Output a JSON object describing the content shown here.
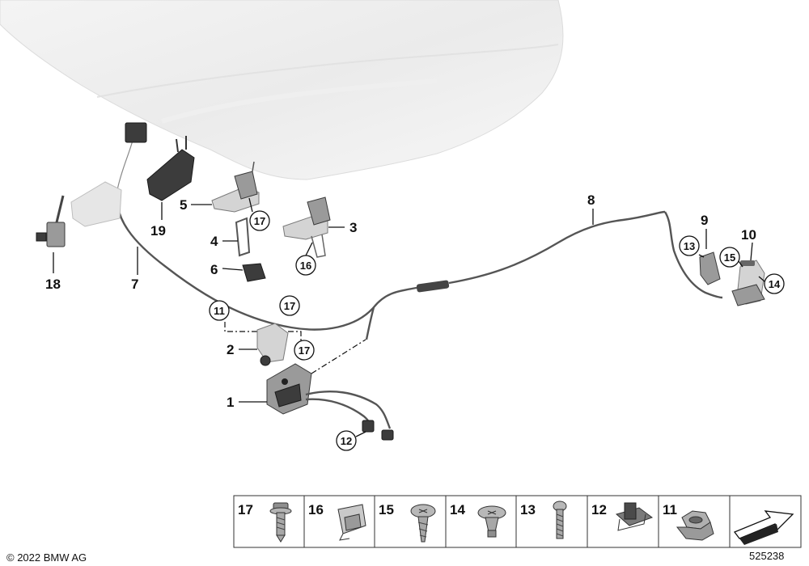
{
  "diagram": {
    "callouts": [
      "1",
      "2",
      "3",
      "4",
      "5",
      "6",
      "7",
      "8",
      "9",
      "10",
      "18",
      "19"
    ],
    "circled_callouts": [
      "17",
      "16",
      "17",
      "11",
      "17",
      "12",
      "13",
      "15",
      "14"
    ]
  },
  "fastener_strip": {
    "items": [
      {
        "number": "17",
        "icon": "screw-with-washer-icon"
      },
      {
        "number": "16",
        "icon": "cable-clip-icon"
      },
      {
        "number": "15",
        "icon": "self-tapping-screw-icon"
      },
      {
        "number": "14",
        "icon": "flange-screw-icon"
      },
      {
        "number": "13",
        "icon": "machine-screw-icon"
      },
      {
        "number": "12",
        "icon": "wire-clip-icon"
      },
      {
        "number": "11",
        "icon": "hex-nut-icon"
      }
    ],
    "arrow_icon": "diagram-arrow-icon"
  },
  "footer": {
    "copyright": "© 2022 BMW AG",
    "diagram_id": "525238"
  }
}
